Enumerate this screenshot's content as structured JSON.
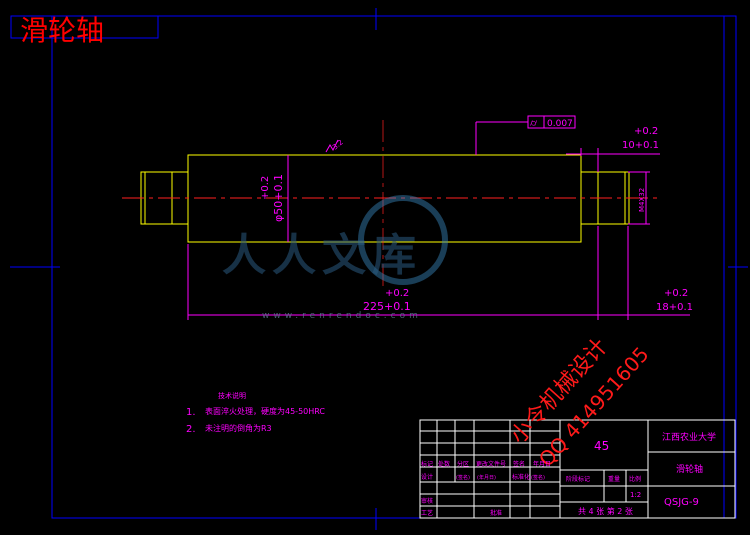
{
  "title": "滑轮轴",
  "tolerance_frame": {
    "symbol": "⌭",
    "value": "0.007"
  },
  "dims": {
    "right_shoulder": {
      "upper": "+0.2",
      "main": "10+0.1"
    },
    "diameter": {
      "upper": "+0.2",
      "main": "φ50+0.1"
    },
    "overall_length": {
      "upper": "+0.2",
      "main": "225+0.1"
    },
    "right_length": {
      "upper": "+0.2",
      "main": "18+0.1"
    },
    "roughness": "3.2",
    "right_dia": "M4X32"
  },
  "tech": {
    "heading": "技术说明",
    "items": [
      {
        "num": "1.",
        "text": "表面淬火处理，硬度为45-50HRC"
      },
      {
        "num": "2.",
        "text": "未注明的倒角为R3"
      }
    ]
  },
  "watermarks": {
    "brand": "人人文库",
    "url": "www.renrendoc.com",
    "stamp1": "小令机械设计",
    "stamp2": "QQ 414951605"
  },
  "title_block": {
    "material": "45",
    "school": "江西农业大学",
    "part_name": "滑轮轴",
    "drawing_no": "QSJG-9",
    "scale": "1:2",
    "sheets": "共 4 张  第 2 张",
    "headers": [
      "标记",
      "处数",
      "分区",
      "更改文件号",
      "签名",
      "年月日"
    ],
    "header_sig": [
      "(签名)",
      "(年月日)",
      "(签名)",
      "(年月日)"
    ],
    "stage_labels": [
      "阶段标记",
      "重量",
      "比例"
    ],
    "rows": [
      "设计",
      "审核",
      "工艺",
      "批准"
    ],
    "std_label": "标准化"
  }
}
